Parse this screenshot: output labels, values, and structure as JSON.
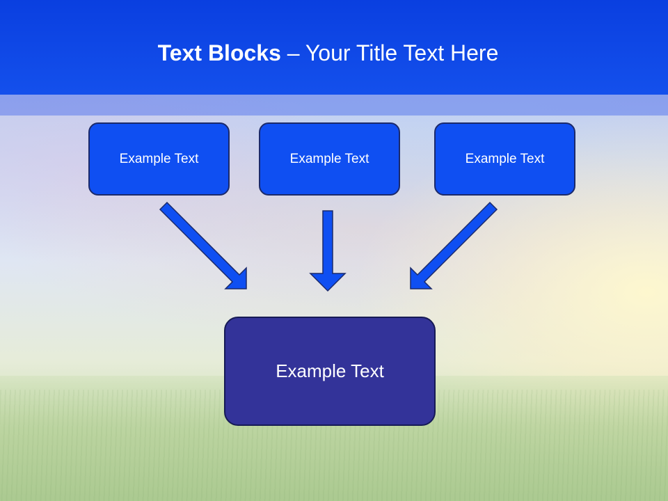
{
  "header": {
    "title_bold": "Text Blocks",
    "title_separator": " – ",
    "title_rest": "Your Title Text Here"
  },
  "diagram": {
    "sources": [
      {
        "label": "Example Text"
      },
      {
        "label": "Example Text"
      },
      {
        "label": "Example Text"
      }
    ],
    "target": {
      "label": "Example Text"
    },
    "arrow_icon": "arrow-icon"
  },
  "colors": {
    "header_blue": "#0a3fe0",
    "source_box_fill": "#0f4ff2",
    "target_box_fill": "#333399",
    "arrow_fill": "#0f4ff2",
    "arrow_stroke": "#1b2a6b",
    "text": "#ffffff"
  }
}
